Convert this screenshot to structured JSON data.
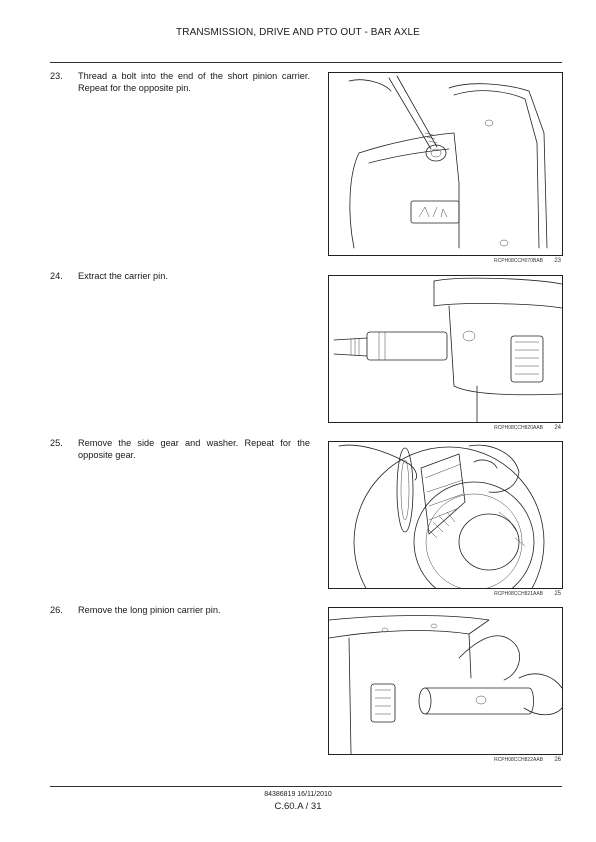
{
  "header": {
    "title": "TRANSMISSION, DRIVE AND PTO OUT - BAR AXLE"
  },
  "steps": [
    {
      "number": "23.",
      "text": "Thread a bolt into the end of the short pinion carrier. Repeat for the opposite pin.",
      "figure": {
        "code": "RCPH08CCH070BAB",
        "number": "23",
        "icon": "bolt-thread-illustration"
      }
    },
    {
      "number": "24.",
      "text": "Extract the carrier pin.",
      "figure": {
        "code": "RCPH08CCH820AAB",
        "number": "24",
        "icon": "carrier-pin-extraction-illustration"
      }
    },
    {
      "number": "25.",
      "text": "Remove the side gear and washer.  Repeat for the opposite gear.",
      "figure": {
        "code": "RCPH08CCH821AAB",
        "number": "25",
        "icon": "side-gear-removal-illustration"
      }
    },
    {
      "number": "26.",
      "text": "Remove the long pinion carrier pin.",
      "figure": {
        "code": "RCPH08CCH822AAB",
        "number": "26",
        "icon": "long-pin-removal-illustration"
      }
    }
  ],
  "footer": {
    "doc_ref": "84386819 16/11/2010",
    "page": "C.60.A / 31"
  }
}
